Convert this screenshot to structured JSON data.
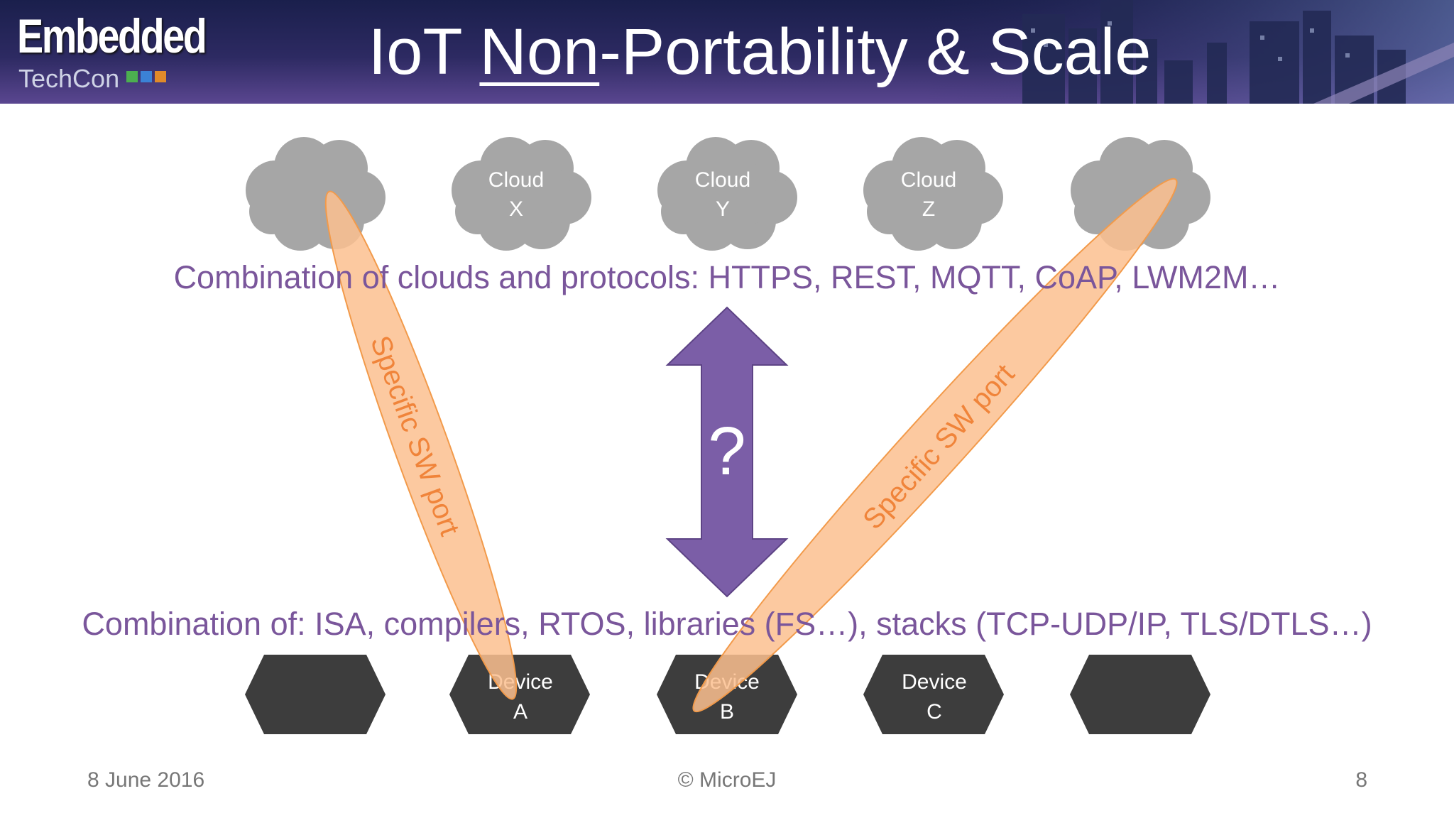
{
  "header": {
    "brand_line1": "Embedded",
    "brand_line2": "TechCon",
    "title_pre": "IoT ",
    "title_underlined": "Non",
    "title_post": "-Portability & Scale",
    "colors": {
      "band_dark": "#1e2250",
      "band_light": "#4a3a7c"
    }
  },
  "clouds": [
    {
      "label_line1": "",
      "label_line2": ""
    },
    {
      "label_line1": "Cloud",
      "label_line2": "X"
    },
    {
      "label_line1": "Cloud",
      "label_line2": "Y"
    },
    {
      "label_line1": "Cloud",
      "label_line2": "Z"
    },
    {
      "label_line1": "",
      "label_line2": ""
    }
  ],
  "devices": [
    {
      "label_line1": "",
      "label_line2": ""
    },
    {
      "label_line1": "Device",
      "label_line2": "A"
    },
    {
      "label_line1": "Device",
      "label_line2": "B"
    },
    {
      "label_line1": "Device",
      "label_line2": "C"
    },
    {
      "label_line1": "",
      "label_line2": ""
    }
  ],
  "top_caption": "Combination of clouds and protocols: HTTPS, REST, MQTT, CoAP, LWM2M…",
  "bottom_caption": "Combination of: ISA, compilers, RTOS, libraries (FS…), stacks (TCP-UDP/IP, TLS/DTLS…)",
  "arrow": {
    "label": "?",
    "color": "#7b5ea7",
    "icon": "double-arrow-vertical-icon"
  },
  "ports": [
    {
      "label": "Specific SW port",
      "color": "#fbc08f"
    },
    {
      "label": "Specific SW port",
      "color": "#fbc08f"
    }
  ],
  "footer": {
    "date": "8 June 2016",
    "copyright": "© MicroEJ",
    "page_number": "8"
  },
  "colors": {
    "cloud": "#a6a6a6",
    "device": "#3d3d3d",
    "caption": "#7a569b",
    "port_stroke": "#f29a4a",
    "port_text": "#f0843a"
  }
}
